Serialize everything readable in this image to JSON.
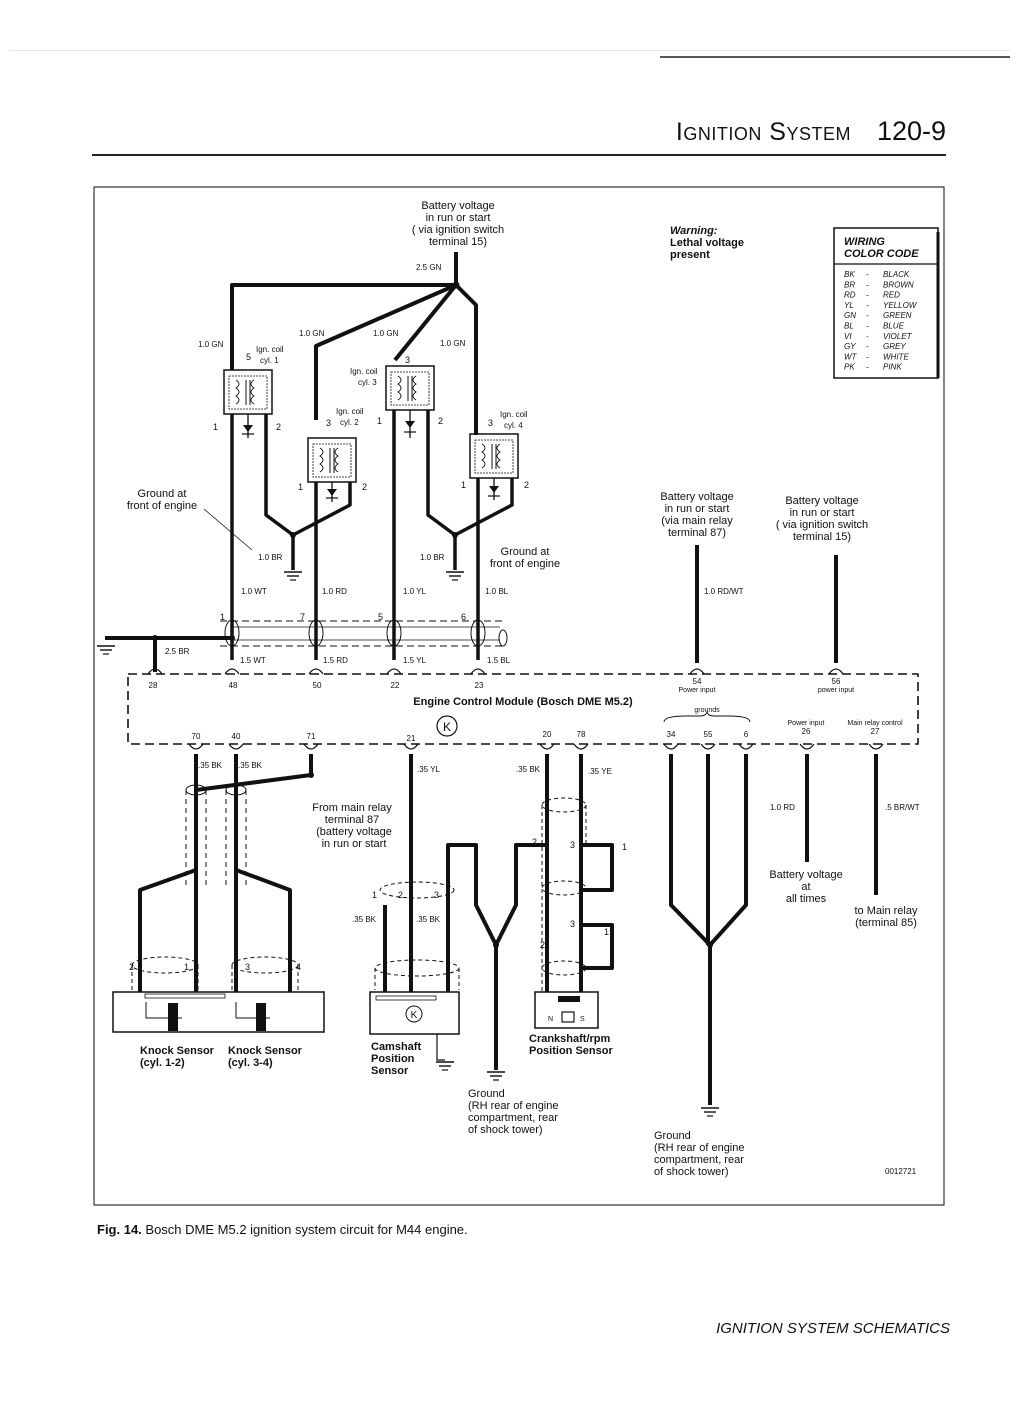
{
  "header": {
    "title": "Ignition System",
    "page_number": "120-9"
  },
  "warning": {
    "title": "Warning:",
    "line1": "Lethal voltage",
    "line2": "present"
  },
  "color_code": {
    "title_line1": "WIRING",
    "title_line2": "COLOR CODE",
    "entries": [
      {
        "code": "BK",
        "name": "BLACK"
      },
      {
        "code": "BR",
        "name": "BROWN"
      },
      {
        "code": "RD",
        "name": "RED"
      },
      {
        "code": "YL",
        "name": "YELLOW"
      },
      {
        "code": "GN",
        "name": "GREEN"
      },
      {
        "code": "BL",
        "name": "BLUE"
      },
      {
        "code": "VI",
        "name": "VIOLET"
      },
      {
        "code": "GY",
        "name": "GREY"
      },
      {
        "code": "WT",
        "name": "WHITE"
      },
      {
        "code": "PK",
        "name": "PINK"
      }
    ]
  },
  "top_source": [
    "Battery voltage",
    "in run or start",
    "( via ignition switch",
    "terminal 15)"
  ],
  "main_feed": "2.5 GN",
  "wire_gauges": {
    "gn1": "1.0 GN",
    "gn2": "1.0 GN",
    "gn3": "1.0 GN",
    "gn4": "1.0 GN"
  },
  "coils": [
    {
      "line1": "Ign. coil",
      "line2": "cyl. 1"
    },
    {
      "line1": "Ign. coil",
      "line2": "cyl. 2"
    },
    {
      "line1": "Ign. coil",
      "line2": "cyl. 3"
    },
    {
      "line1": "Ign. coil",
      "line2": "cyl. 4"
    }
  ],
  "pins": {
    "p1": "1",
    "p2": "2",
    "p3": "3",
    "p5": "5",
    "p7": "7",
    "p6": "6"
  },
  "ground_front_left": [
    "Ground at",
    "front of engine"
  ],
  "ground_front_right": [
    "Ground at",
    "front of engine"
  ],
  "coil_grounds": {
    "left": "1.0 BR",
    "right": "1.0 BR"
  },
  "signal_wires": {
    "wt": "1.0 WT",
    "rd": "1.0 RD",
    "yl": "1.0 YL",
    "bl": "1.0 BL"
  },
  "harness_wires": {
    "br": "2.5 BR",
    "wt": "1.5 WT",
    "rd": "1.5 RD",
    "yl": "1.5 YL",
    "bl": "1.5 BL"
  },
  "ecm_top_pins": {
    "p28": "28",
    "p48": "48",
    "p50": "50",
    "p22": "22",
    "p23": "23",
    "p54": "54",
    "p56": "56"
  },
  "ecm_labels": {
    "power_input_54": "Power input",
    "power_input_56": "power input",
    "grounds": "grounds",
    "power_input_26": "Power input",
    "main_relay": "Main relay control"
  },
  "ecm_title": "Engine Control Module  (Bosch DME M5.2)",
  "ecm_bottom_pins": {
    "p70": "70",
    "p40": "40",
    "p71": "71",
    "p21": "21",
    "p20": "20",
    "p78": "78",
    "p34": "34",
    "p55": "55",
    "p6": "6",
    "p26": "26",
    "p27": "27"
  },
  "relay_source": [
    "Battery voltage",
    "in run or start",
    "(via main relay",
    "terminal 87)"
  ],
  "relay_wire": "1.0 RD/WT",
  "ign_source": [
    "Battery voltage",
    "in run or start",
    "( via ignition switch",
    "terminal 15)"
  ],
  "lower_wires": {
    "bk35a": ".35 BK",
    "bk35b": ".35 BK",
    "yl35": ".35 YL",
    "bk35c": ".35 BK",
    "ye35": ".35 YE",
    "rd10": "1.0 RD",
    "brwt": ".5 BR/WT",
    "bk35d": ".35 BK",
    "bk35e": ".35 BK"
  },
  "main_relay_note": [
    "From main relay",
    "terminal 87",
    "(battery voltage",
    "in run or start"
  ],
  "battery_always": [
    "Battery voltage",
    "at",
    "all times"
  ],
  "to_main_relay": [
    "to Main relay",
    "(terminal 85)"
  ],
  "sensor_pins": {
    "s1": "1",
    "s2": "2",
    "s3": "3",
    "s4": "4"
  },
  "sensors": {
    "knock1": [
      "Knock Sensor",
      "(cyl. 1-2)"
    ],
    "knock2": [
      "Knock Sensor",
      "(cyl. 3-4)"
    ],
    "cam": [
      "Camshaft",
      "Position",
      "Sensor"
    ],
    "crank": [
      "Crankshaft/rpm",
      "Position Sensor"
    ],
    "crank_ns": {
      "n": "N",
      "s": "S"
    }
  },
  "ground_rh1": [
    "Ground",
    "(RH rear of engine",
    "compartment, rear",
    "of shock tower)"
  ],
  "ground_rh2": [
    "Ground",
    "(RH rear of engine",
    "compartment, rear",
    "of shock tower)"
  ],
  "figure_id": "0012721",
  "caption": {
    "label": "Fig. 14.",
    "text": " Bosch DME M5.2 ignition system circuit for M44 engine."
  },
  "footer": "IGNITION SYSTEM SCHEMATICS"
}
